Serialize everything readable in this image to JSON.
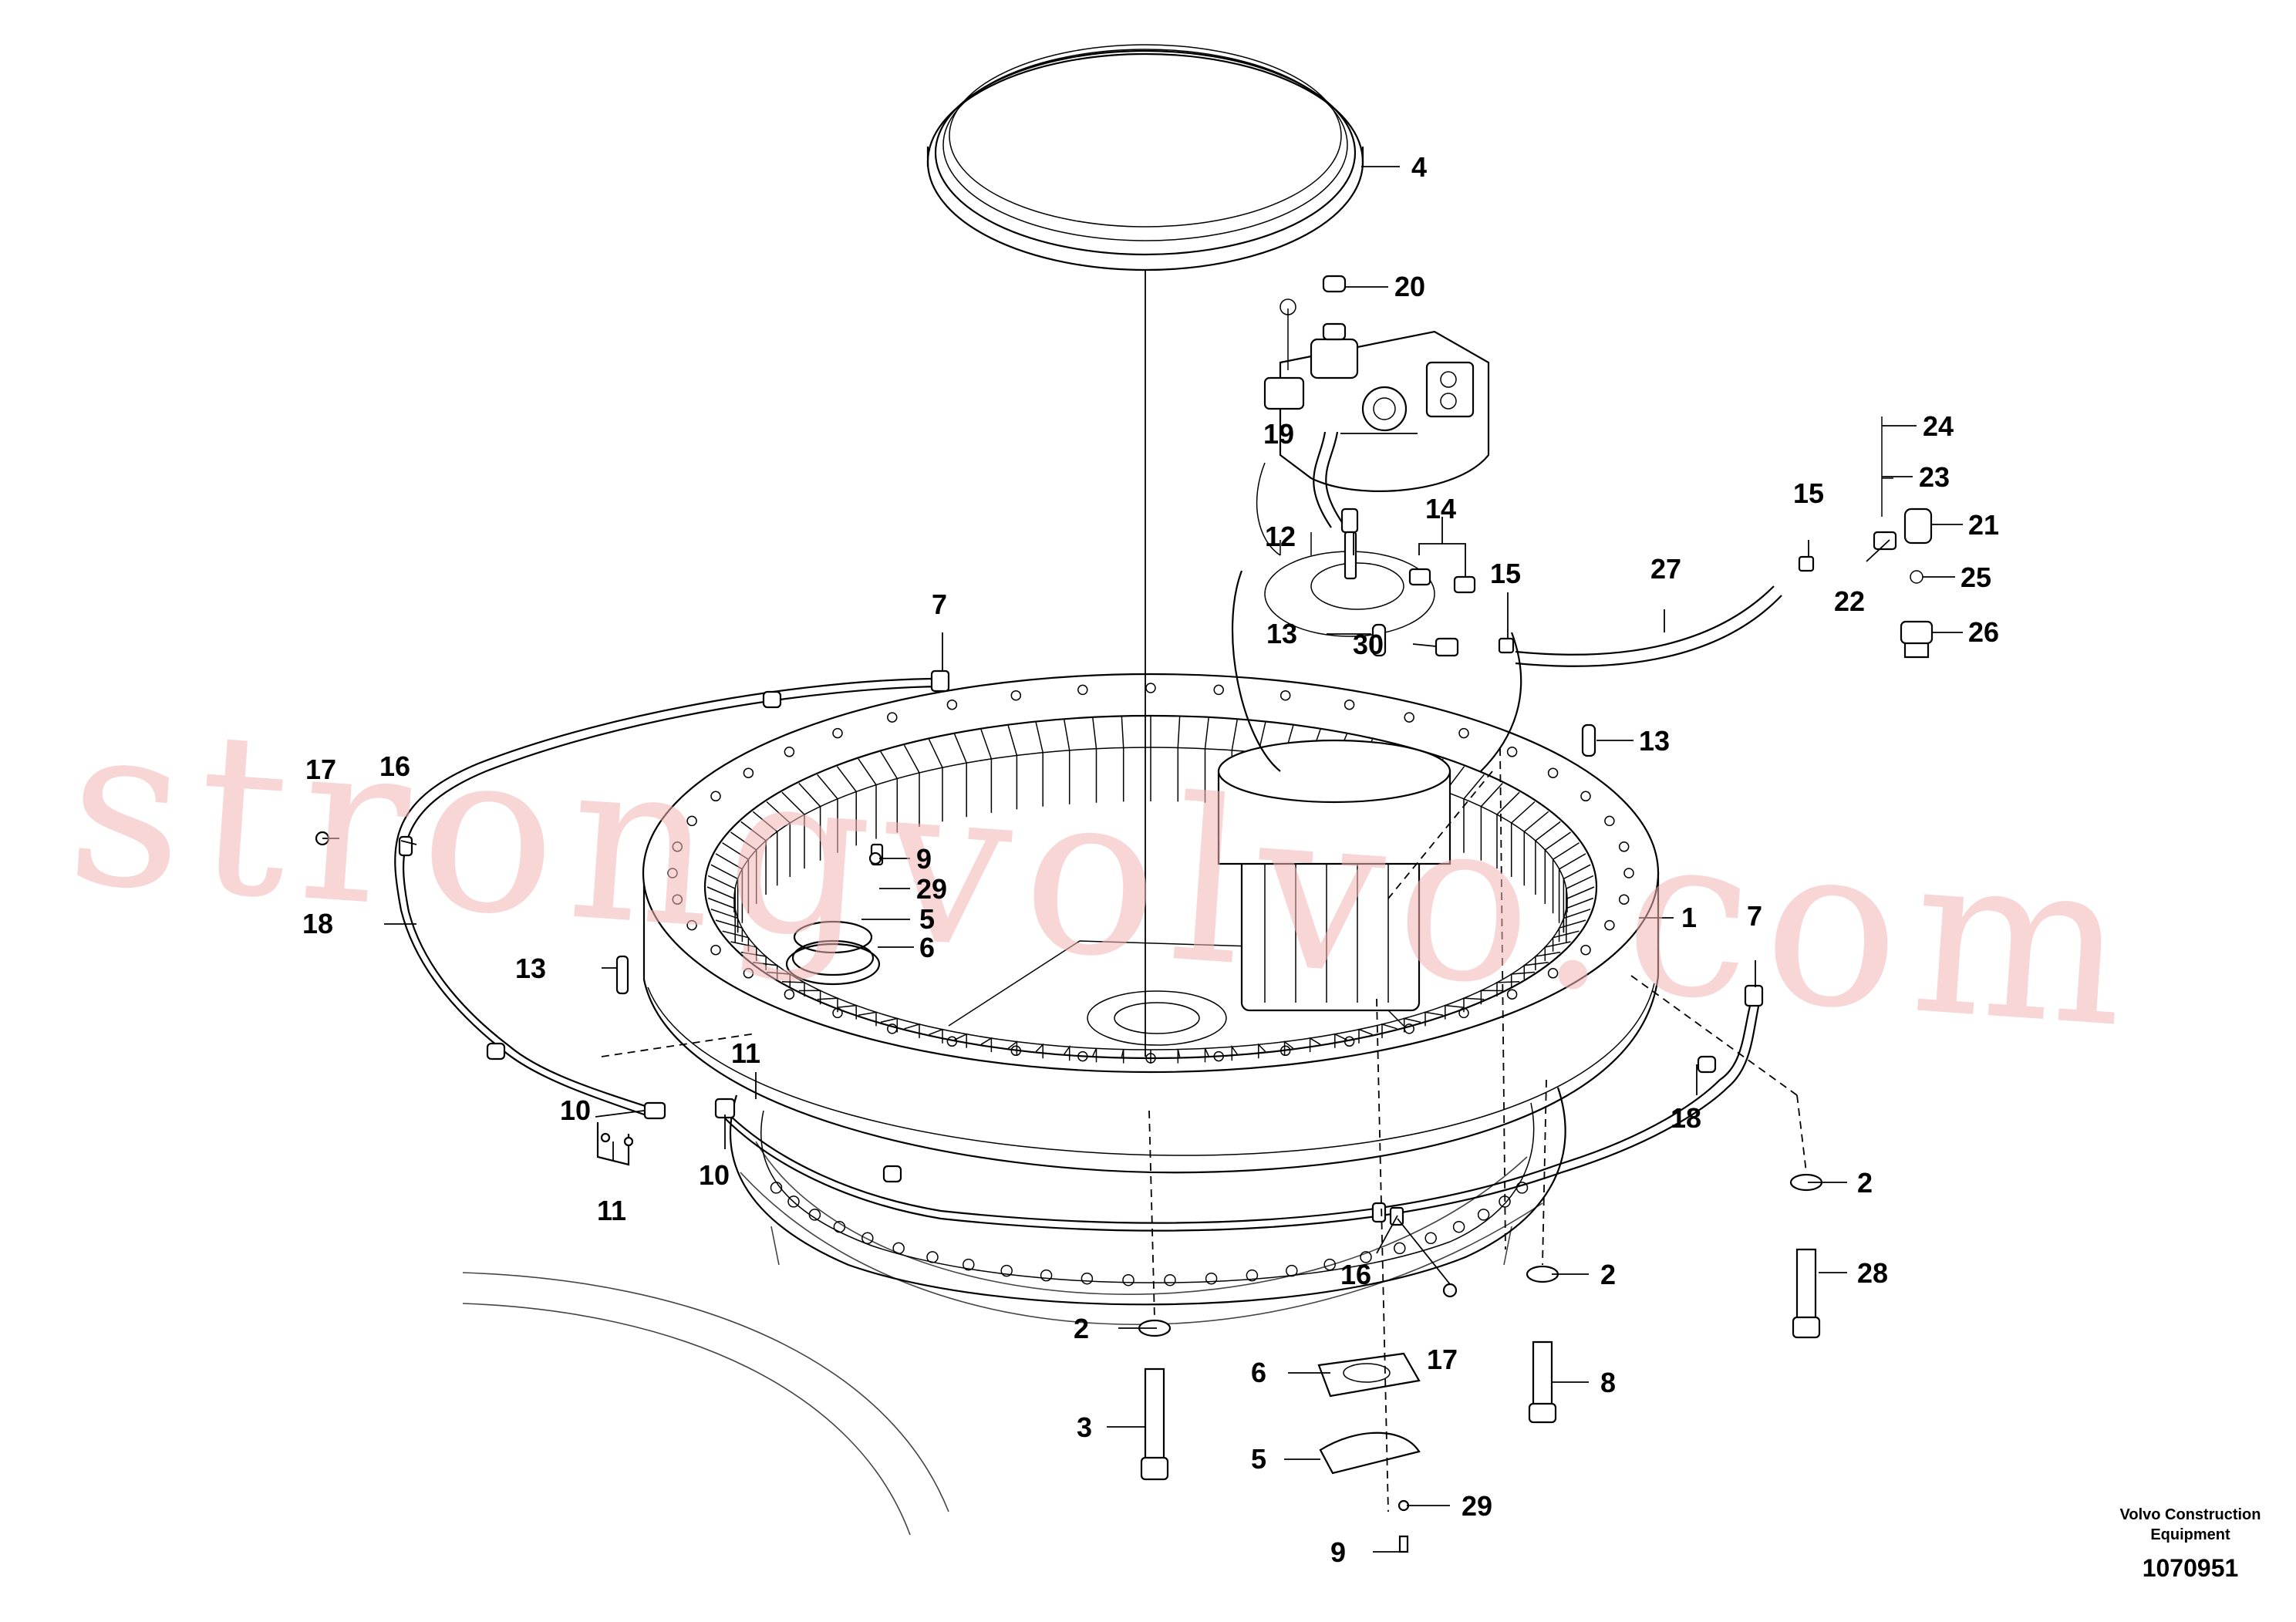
{
  "callouts": {
    "c1": "1",
    "c2a": "2",
    "c2b": "2",
    "c2c": "2",
    "c3": "3",
    "c4": "4",
    "c5a": "5",
    "c5b": "5",
    "c6a": "6",
    "c6b": "6",
    "c7a": "7",
    "c7b": "7",
    "c8": "8",
    "c9a": "9",
    "c9b": "9",
    "c10a": "10",
    "c10b": "10",
    "c11a": "11",
    "c11b": "11",
    "c12": "12",
    "c13a": "13",
    "c13b": "13",
    "c13c": "13",
    "c14": "14",
    "c15a": "15",
    "c15b": "15",
    "c16a": "16",
    "c16b": "16",
    "c17a": "17",
    "c17b": "17",
    "c18a": "18",
    "c18b": "18",
    "c19": "19",
    "c20": "20",
    "c21": "21",
    "c22": "22",
    "c23": "23",
    "c24": "24",
    "c25": "25",
    "c26": "26",
    "c27": "27",
    "c28": "28",
    "c29a": "29",
    "c29b": "29",
    "c30": "30"
  },
  "credit": {
    "line1": "Volvo Construction",
    "line2": "Equipment"
  },
  "reference_number": "1070951",
  "watermark": "strongvolvo.com"
}
